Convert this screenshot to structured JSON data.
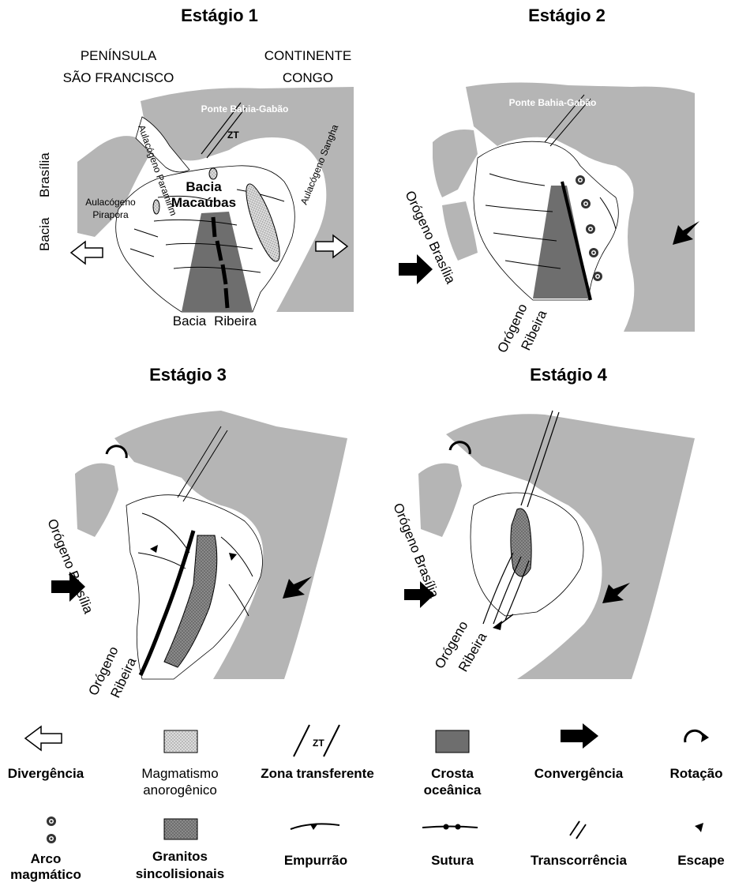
{
  "stages": [
    {
      "title": "Estágio 1"
    },
    {
      "title": "Estágio 2"
    },
    {
      "title": "Estágio 3"
    },
    {
      "title": "Estágio 4"
    }
  ],
  "stage1": {
    "peninsula_line1": "PENÍNSULA",
    "peninsula_line2": "SÃO FRANCISCO",
    "continent_line1": "CONTINENTE",
    "continent_line2": "CONGO",
    "ponte": "Ponte Bahia-Gabão",
    "zt": "ZT",
    "aulacogeno_paramirim": "Aulacógeno Paramirim",
    "aulacogeno_pirapora_1": "Aulacógeno",
    "aulacogeno_pirapora_2": "Pirapora",
    "bacia_macaubas_1": "Bacia",
    "bacia_macaubas_2": "Macaúbas",
    "aulacogeno_sangha": "Aulacógeno Sangha",
    "bacia_brasilia_1": "Bacia",
    "bacia_brasilia_2": "Brasília",
    "bacia_ribeira_1": "Bacia",
    "bacia_ribeira_2": "Ribeira"
  },
  "stage2": {
    "ponte": "Ponte Bahia-Gabão",
    "orogeno_brasilia": "Orógeno Brasília",
    "orogeno_ribeira_1": "Orógeno",
    "orogeno_ribeira_2": "Ribeira"
  },
  "stage3": {
    "orogeno_brasilia": "Orógeno Brasília",
    "orogeno_ribeira_1": "Orógeno",
    "orogeno_ribeira_2": "Ribeira"
  },
  "stage4": {
    "orogeno_brasilia": "Orógeno Brasília",
    "orogeno_ribeira_1": "Orógeno",
    "orogeno_ribeira_2": "Ribeira"
  },
  "legend": {
    "divergencia": "Divergência",
    "magmatismo_1": "Magmatismo",
    "magmatismo_2": "anorogênico",
    "zona_transferente": "Zona transferente",
    "crosta_1": "Crosta",
    "crosta_2": "oceânica",
    "convergencia": "Convergência",
    "rotacao": "Rotação",
    "arco_1": "Arco",
    "arco_2": "magmático",
    "granitos_1": "Granitos",
    "granitos_2": "sincolisionais",
    "empurrao": "Empurrão",
    "sutura": "Sutura",
    "transcorrencia": "Transcorrência",
    "escape": "Escape",
    "zt_symbol": "ZT"
  },
  "colors": {
    "continent": "#b5b5b5",
    "ocean": "#6e6e6e",
    "granite": "#8a8a8a",
    "magmatism": "#d8d8d8",
    "black": "#000000"
  }
}
